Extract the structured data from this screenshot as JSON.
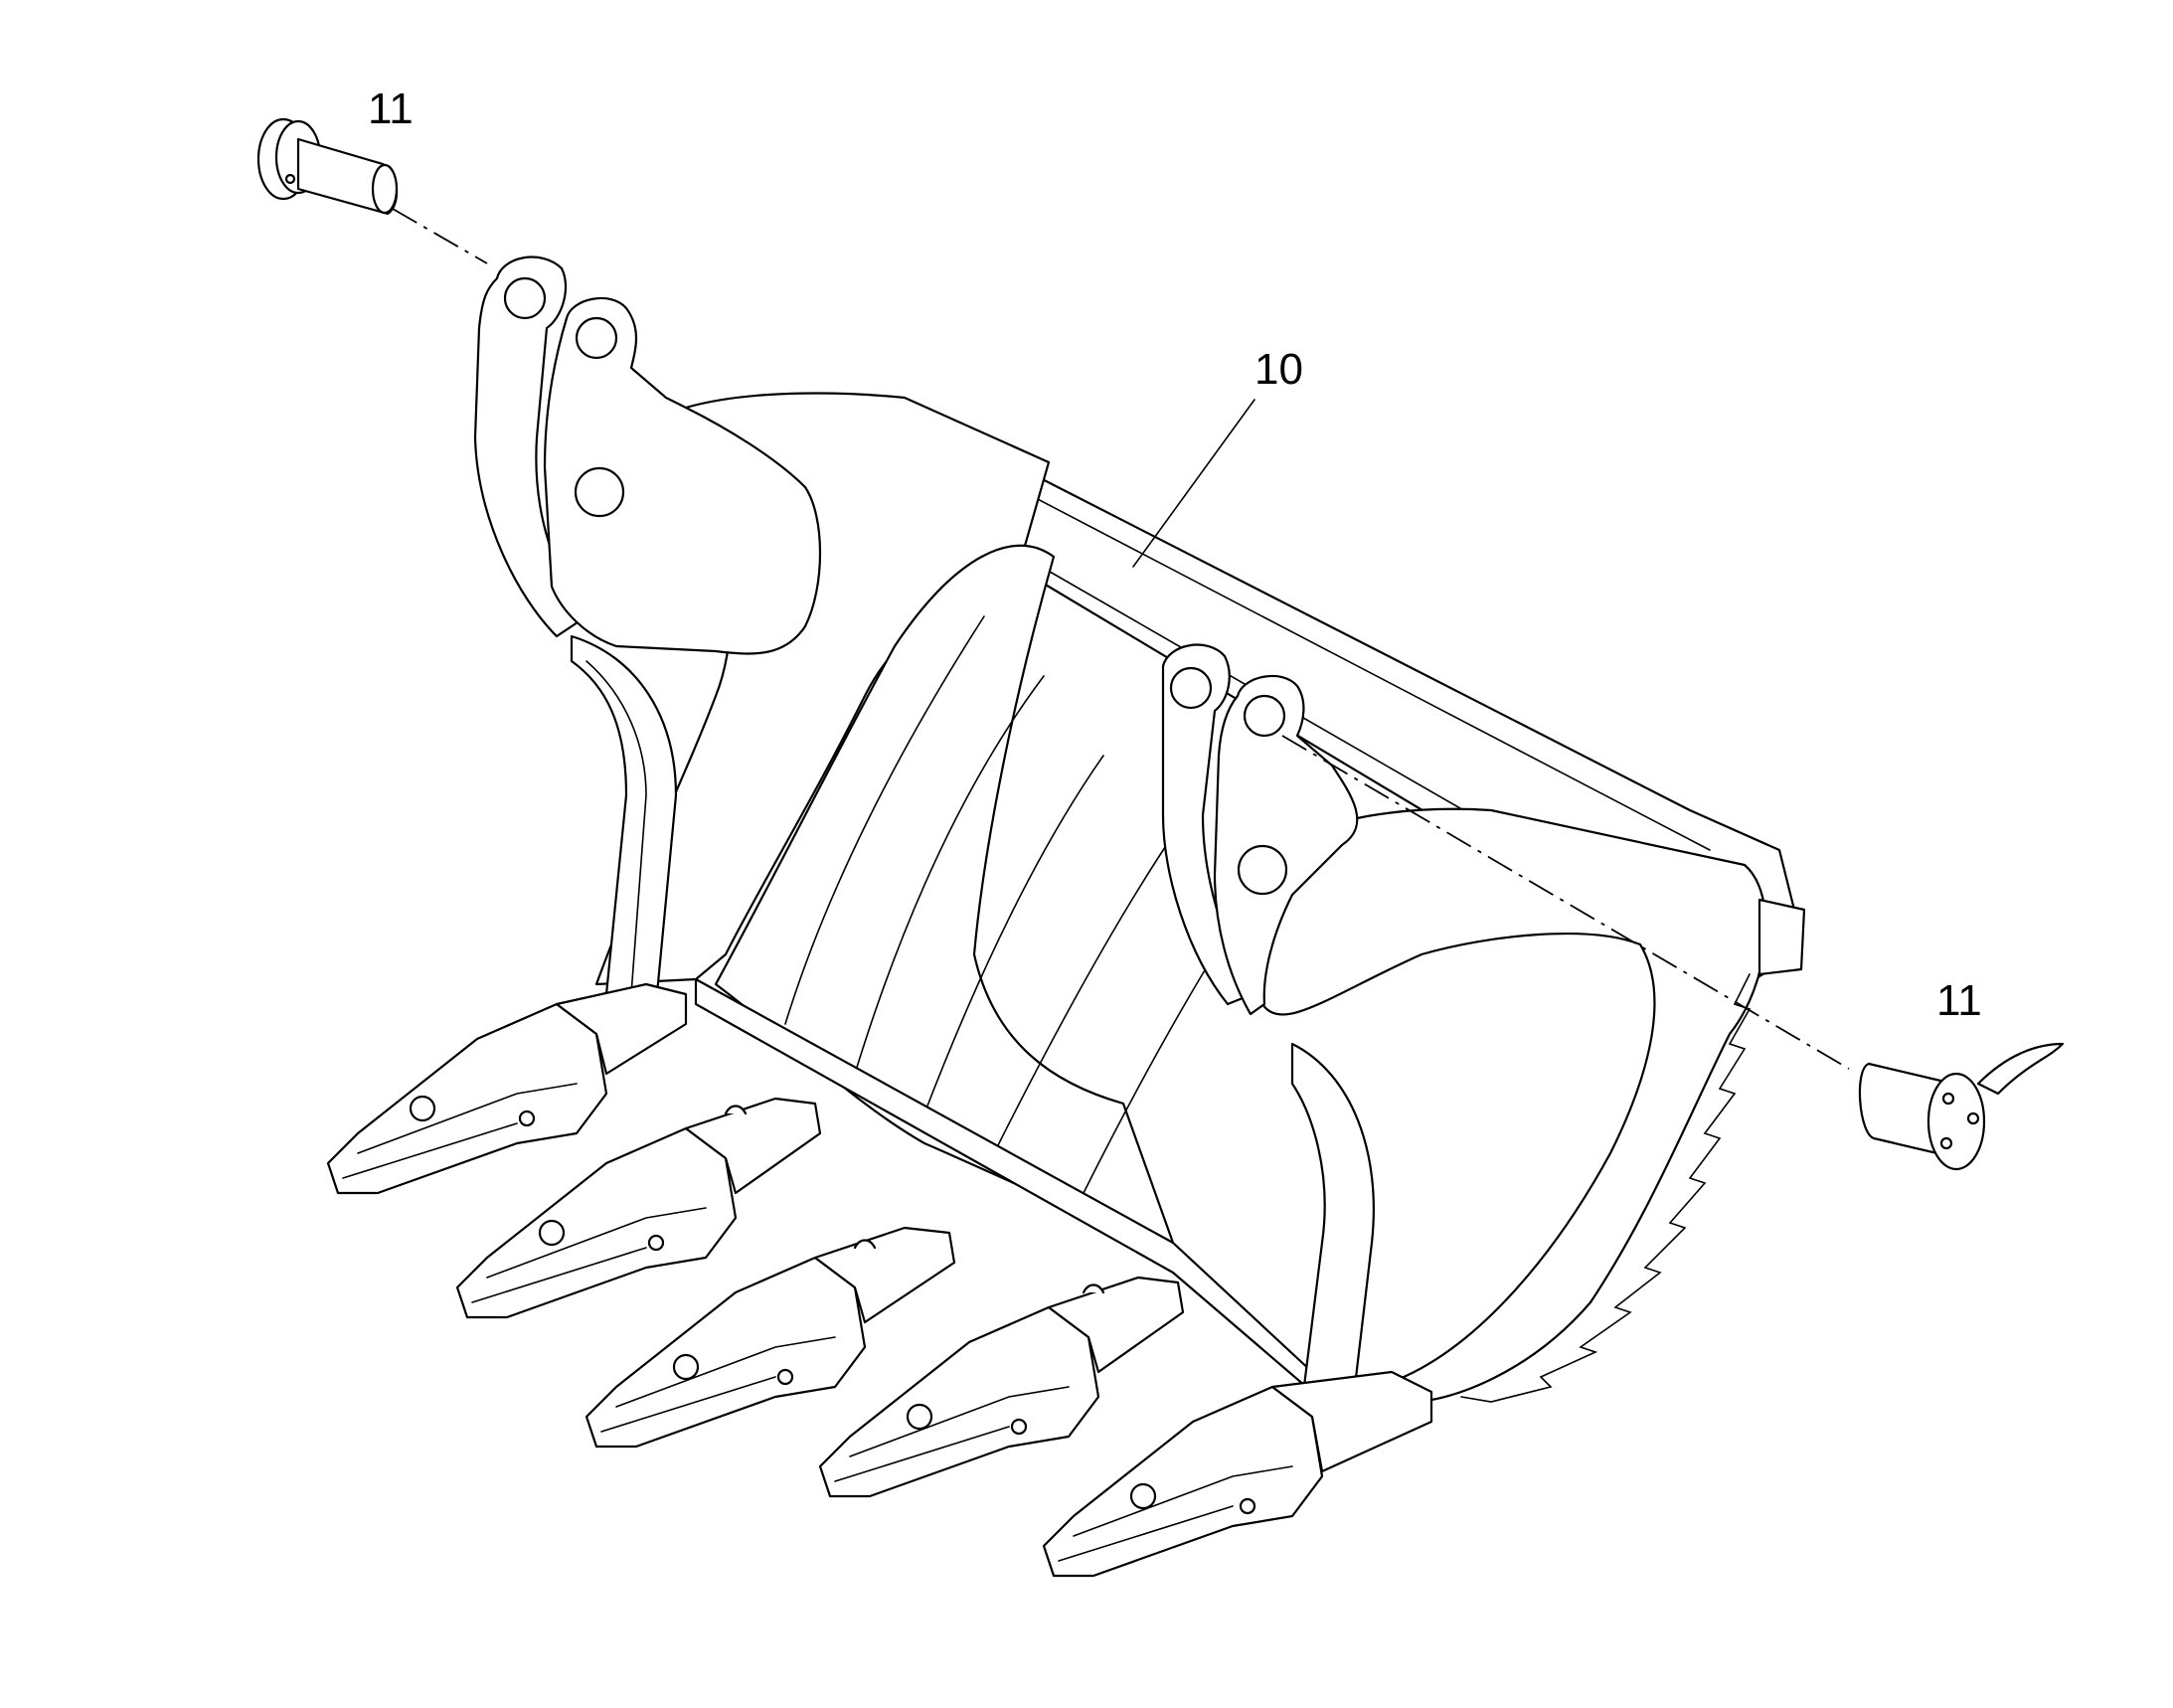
{
  "callouts": {
    "pin_top_left": "11",
    "bucket": "10",
    "pin_right": "11"
  },
  "colors": {
    "line": "#000000",
    "background": "#ffffff"
  }
}
